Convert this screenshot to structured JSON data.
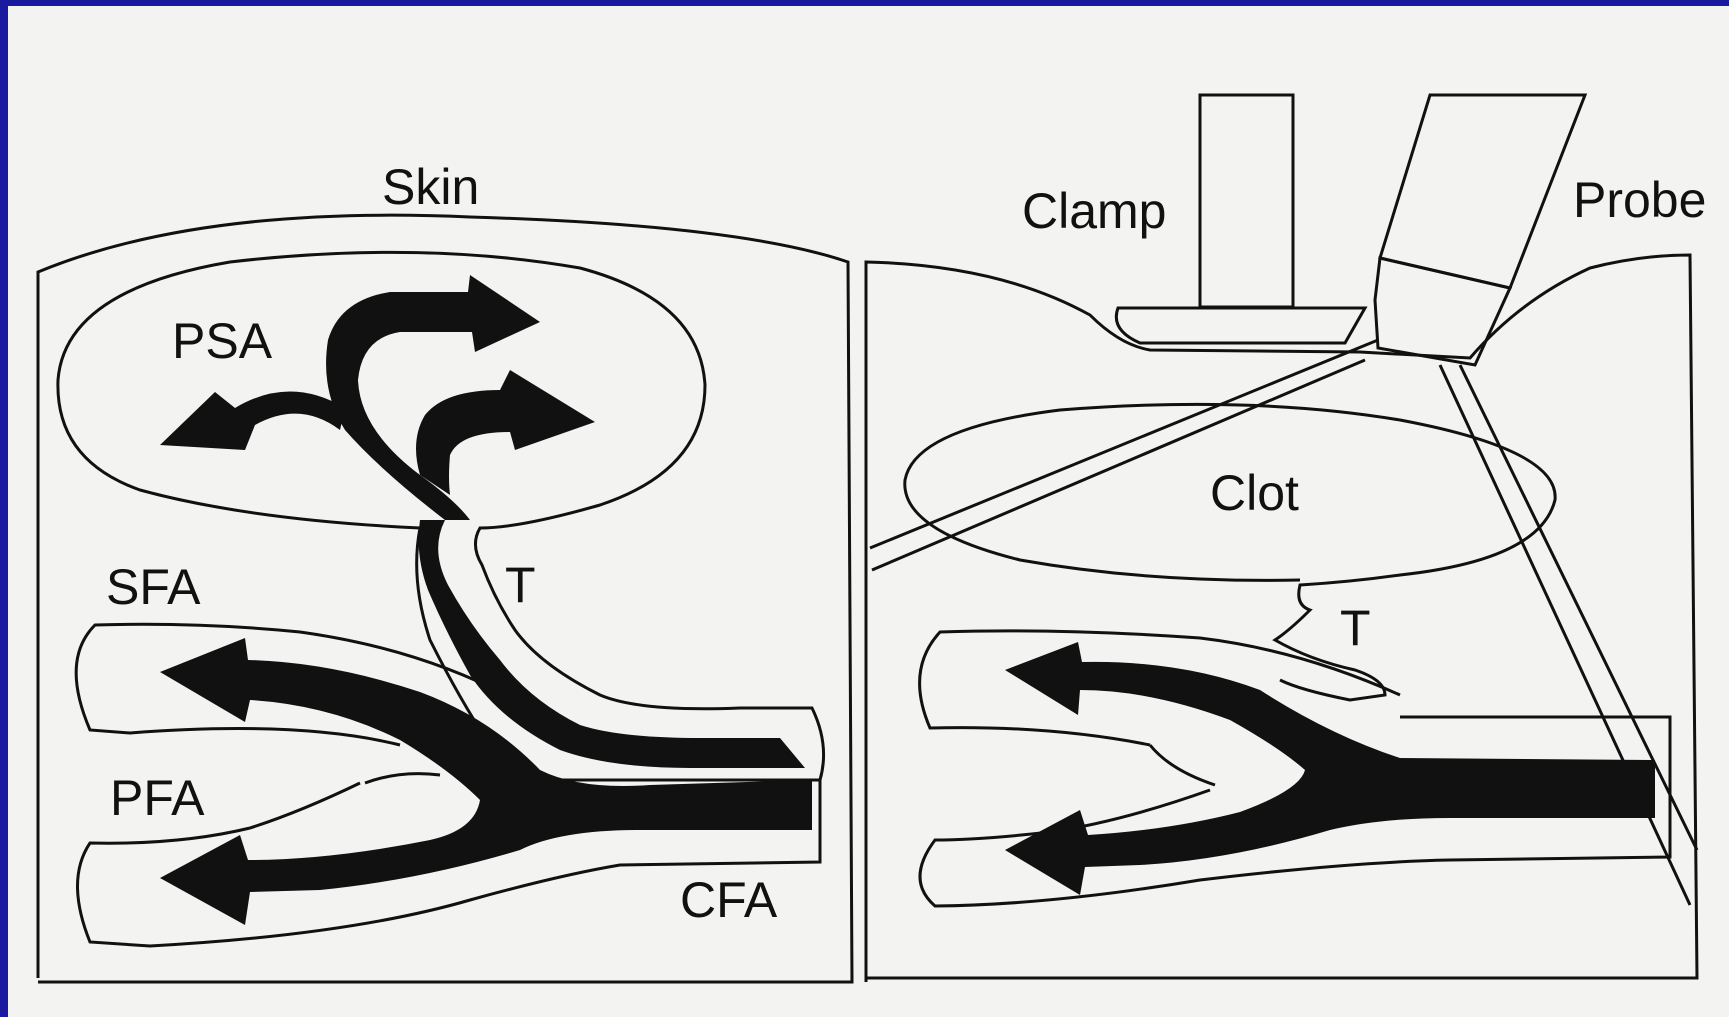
{
  "diagram": {
    "left_panel": {
      "labels": {
        "skin": "Skin",
        "psa": "PSA",
        "sfa": "SFA",
        "pfa": "PFA",
        "t": "T",
        "cfa": "CFA"
      }
    },
    "right_panel": {
      "labels": {
        "clamp": "Clamp",
        "probe": "Probe",
        "clot": "Clot",
        "t": "T"
      }
    }
  },
  "colors": {
    "frame": "#1a1aa0",
    "paper": "#f3f3f1",
    "ink": "#111111"
  }
}
